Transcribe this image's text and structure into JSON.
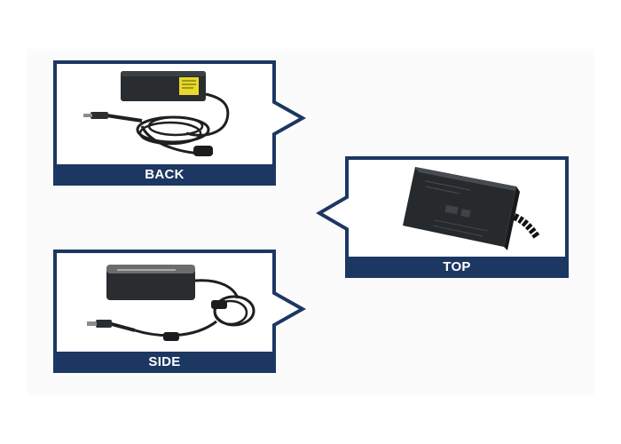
{
  "panels": {
    "back": {
      "label": "BACK"
    },
    "top": {
      "label": "TOP"
    },
    "side": {
      "label": "SIDE"
    }
  },
  "colors": {
    "frame": "#1c3762",
    "caption_text": "#ffffff",
    "adapter_body": "#26292c",
    "warning_label": "#e8d92a"
  },
  "icons": {
    "back": "power-adapter-back-photo",
    "top": "power-adapter-top-photo",
    "side": "power-adapter-side-photo"
  }
}
